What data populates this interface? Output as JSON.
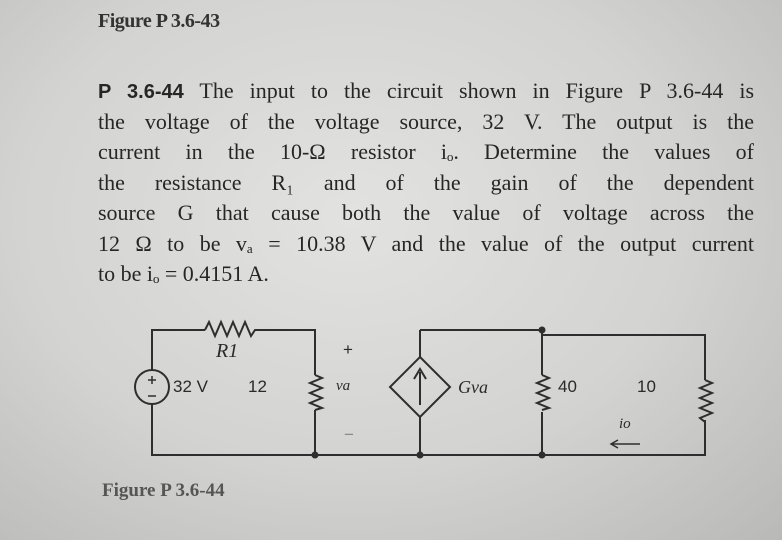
{
  "previous_figure_caption": "Figure P 3.6-43",
  "problem": {
    "number": "P 3.6-44",
    "lines": [
      "The input to the circuit shown in Figure P 3.6-44 is",
      "the voltage of the voltage source, 32 V. The output is the",
      "current in the 10-Ω resistor iₒ. Determine the values of",
      "the resistance R₁ and of the gain of the dependent",
      "source G that cause both the value of voltage across the",
      "12 Ω to be vₐ = 10.38 V and the value of the output current",
      "to be iₒ = 0.4151 A."
    ]
  },
  "circuit": {
    "r1_label": "R1",
    "source_label": "32 V",
    "r12_label": "12",
    "va_plus": "+",
    "va_label": "va",
    "va_minus": "−",
    "dep_source_label": "Gva",
    "r40_label": "40",
    "r10_label": "10",
    "io_label": "io"
  },
  "figure_caption": "Figure P 3.6-44"
}
